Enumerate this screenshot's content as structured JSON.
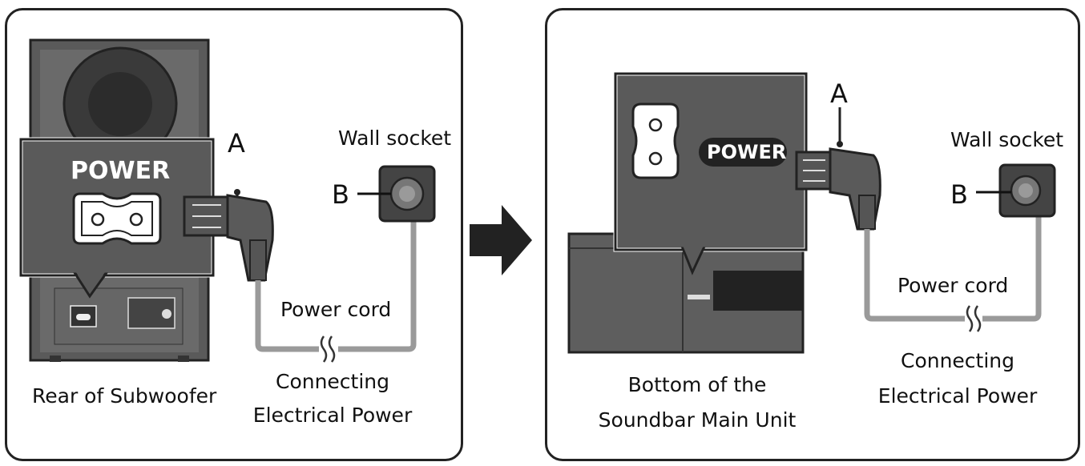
{
  "left_panel": {
    "power_label": "POWER",
    "connector_label": "A",
    "socket_label": "B",
    "wall_socket": "Wall socket",
    "power_cord": "Power cord",
    "caption_line1": "Connecting",
    "caption_line2": "Electrical Power",
    "device_caption": "Rear of Subwoofer"
  },
  "right_panel": {
    "power_label": "POWER",
    "connector_label": "A",
    "socket_label": "B",
    "wall_socket": "Wall socket",
    "power_cord": "Power cord",
    "caption_line1": "Connecting",
    "caption_line2": "Electrical Power",
    "device_caption_line1": "Bottom of the",
    "device_caption_line2": "Soundbar Main Unit"
  },
  "colors": {
    "panel_border": "#222222",
    "device_dark": "#555555",
    "cord_gray": "#9a9a9a",
    "socket_dark": "#444444"
  },
  "icons": [
    "arrow-right-icon",
    "power-plug-icon",
    "wall-socket-icon",
    "power-inlet-icon"
  ]
}
